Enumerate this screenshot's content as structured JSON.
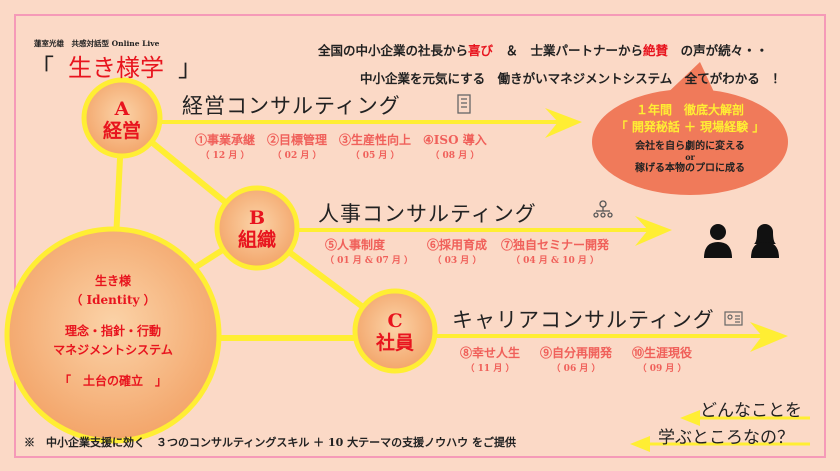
{
  "header": {
    "byline": "蓮室光雄　共感対話型 Online Live",
    "title_open": "「",
    "title": "生き様学",
    "title_close": "」",
    "line1": [
      "全国の中小企業の社長から",
      "喜び",
      "　＆　士業パートナーから",
      "絶賛",
      "　の声が続々・・"
    ],
    "line2": "中小企業を元気にする　働きがいマネジメントシステム　全てがわかる　！"
  },
  "nodes": {
    "a": {
      "letter": "A",
      "label": "経営"
    },
    "b": {
      "letter": "B",
      "label": "組織"
    },
    "c": {
      "letter": "C",
      "label": "社員"
    },
    "core": {
      "l1": "生き様",
      "l2": "（ Identity ）",
      "l3": "理念・指針・行動",
      "l4": "マネジメントシステム",
      "l5": "「　土台の確立　」"
    }
  },
  "consulting": [
    {
      "title": "経営コンサルティング",
      "icon": "building-icon",
      "items": [
        {
          "label": "①事業承継",
          "month": "（ 12 月 ）"
        },
        {
          "label": "②目標管理",
          "month": "（ 02 月 ）"
        },
        {
          "label": "③生産性向上",
          "month": "（ 05 月 ）"
        },
        {
          "label": "④ISO 導入",
          "month": "（ 08 月 ）"
        }
      ]
    },
    {
      "title": "人事コンサルティング",
      "icon": "org-chart-icon",
      "items": [
        {
          "label": "⑤人事制度",
          "month": "（ 01 月 & 07 月 ）"
        },
        {
          "label": "⑥採用育成",
          "month": "（ 03 月 ）"
        },
        {
          "label": "⑦独自セミナー開発",
          "month": "（ 04 月 & 10 月 ）"
        }
      ]
    },
    {
      "title": "キャリアコンサルティング",
      "icon": "id-card-icon",
      "items": [
        {
          "label": "⑧幸せ人生",
          "month": "（ 11 月 ）"
        },
        {
          "label": "⑨自分再開発",
          "month": "（ 06 月 ）"
        },
        {
          "label": "⑩生涯現役",
          "month": "（ 09 月 ）"
        }
      ]
    }
  ],
  "bubble": {
    "l1": "１年間　徹底大解剖",
    "l2": "「 開発秘話 ＋ 現場経験 」",
    "l3": "会社を自ら劇的に変える",
    "l4": "or",
    "l5": "稼げる本物のプロに成る"
  },
  "question": {
    "l1": "どんなことを",
    "l2": "学ぶところなの？"
  },
  "footer": "※　中小企業支援に効く　３つのコンサルティングスキル ＋ 10 大テーマの支援ノウハウ をご提供",
  "colors": {
    "accent": "#e8141e",
    "line": "#ffee33",
    "bubble": "#f07a5a"
  }
}
